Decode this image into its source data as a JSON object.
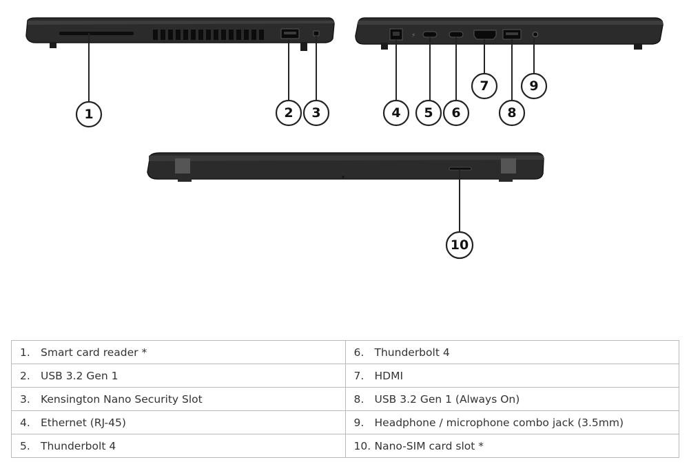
{
  "callouts": [
    {
      "id": "1"
    },
    {
      "id": "2"
    },
    {
      "id": "3"
    },
    {
      "id": "4"
    },
    {
      "id": "5"
    },
    {
      "id": "6"
    },
    {
      "id": "7"
    },
    {
      "id": "8"
    },
    {
      "id": "9"
    },
    {
      "id": "10"
    }
  ],
  "legend": {
    "left": [
      {
        "num": "1.",
        "label": "Smart card reader *"
      },
      {
        "num": "2.",
        "label": "USB 3.2 Gen 1"
      },
      {
        "num": "3.",
        "label": "Kensington Nano Security Slot"
      },
      {
        "num": "4.",
        "label": "Ethernet (RJ-45)"
      },
      {
        "num": "5.",
        "label": "Thunderbolt 4"
      }
    ],
    "right": [
      {
        "num": "6.",
        "label": "Thunderbolt 4"
      },
      {
        "num": "7.",
        "label": "HDMI"
      },
      {
        "num": "8.",
        "label": "USB 3.2 Gen 1 (Always On)"
      },
      {
        "num": "9.",
        "label": "Headphone / microphone combo jack (3.5mm)"
      },
      {
        "num": "10.",
        "label": "Nano-SIM card slot *"
      }
    ]
  },
  "colors": {
    "chassis": "#2a2a2a",
    "chassis_edge": "#1a1a1a",
    "port": "#0d0d0d"
  }
}
